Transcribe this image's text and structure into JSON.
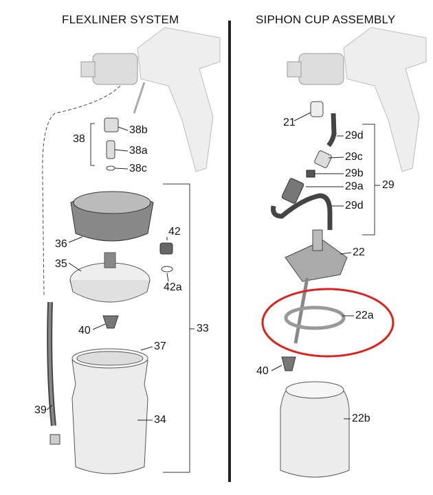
{
  "left_panel": {
    "title": "FLEXLINER SYSTEM",
    "labels": {
      "p38b": "38b",
      "p38": "38",
      "p38a": "38a",
      "p38c": "38c",
      "p36": "36",
      "p42": "42",
      "p35": "35",
      "p42a": "42a",
      "p40": "40",
      "p33": "33",
      "p37": "37",
      "p39": "39",
      "p34": "34"
    }
  },
  "right_panel": {
    "title": "SIPHON CUP ASSEMBLY",
    "labels": {
      "p21": "21",
      "p29d_top": "29d",
      "p29c": "29c",
      "p29b": "29b",
      "p29a": "29a",
      "p29": "29",
      "p29d_bottom": "29d",
      "p22": "22",
      "p22a": "22a",
      "p40": "40",
      "p22b": "22b"
    }
  },
  "colors": {
    "highlight": "#e0201c",
    "divider": "#222222",
    "part_fill": "#e6e6e6",
    "part_stroke": "#555555"
  }
}
